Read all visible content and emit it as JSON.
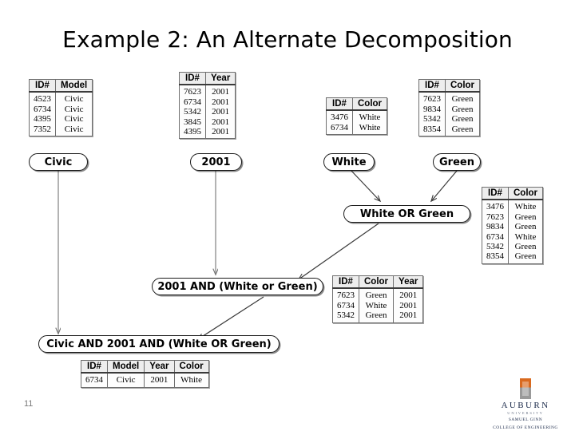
{
  "slide": {
    "title": "Example 2: An Alternate Decomposition",
    "page_number": "11"
  },
  "logo": {
    "name": "AUBURN",
    "university": "UNIVERSITY",
    "college_line1": "SAMUEL GINN",
    "college_line2": "COLLEGE OF ENGINEERING",
    "accent_color": "#d96a1f"
  },
  "tables": {
    "model_civic": {
      "headers": [
        "ID#",
        "Model"
      ],
      "rows": [
        [
          "4523",
          "Civic"
        ],
        [
          "6734",
          "Civic"
        ],
        [
          "4395",
          "Civic"
        ],
        [
          "7352",
          "Civic"
        ]
      ]
    },
    "year_2001": {
      "headers": [
        "ID#",
        "Year"
      ],
      "rows": [
        [
          "7623",
          "2001"
        ],
        [
          "6734",
          "2001"
        ],
        [
          "5342",
          "2001"
        ],
        [
          "3845",
          "2001"
        ],
        [
          "4395",
          "2001"
        ]
      ]
    },
    "color_white": {
      "headers": [
        "ID#",
        "Color"
      ],
      "rows": [
        [
          "3476",
          "White"
        ],
        [
          "6734",
          "White"
        ]
      ]
    },
    "color_green": {
      "headers": [
        "ID#",
        "Color"
      ],
      "rows": [
        [
          "7623",
          "Green"
        ],
        [
          "9834",
          "Green"
        ],
        [
          "5342",
          "Green"
        ],
        [
          "8354",
          "Green"
        ]
      ]
    },
    "color_white_or_green": {
      "headers": [
        "ID#",
        "Color"
      ],
      "rows": [
        [
          "3476",
          "White"
        ],
        [
          "7623",
          "Green"
        ],
        [
          "9834",
          "Green"
        ],
        [
          "6734",
          "White"
        ],
        [
          "5342",
          "Green"
        ],
        [
          "8354",
          "Green"
        ]
      ]
    },
    "year_and_color": {
      "headers": [
        "ID#",
        "Color",
        "Year"
      ],
      "rows": [
        [
          "7623",
          "Green",
          "2001"
        ],
        [
          "6734",
          "White",
          "2001"
        ],
        [
          "5342",
          "Green",
          "2001"
        ]
      ]
    },
    "final_result": {
      "headers": [
        "ID#",
        "Model",
        "Year",
        "Color"
      ],
      "rows": [
        [
          "6734",
          "Civic",
          "2001",
          "White"
        ]
      ]
    }
  },
  "nodes": {
    "civic": "Civic",
    "year": "2001",
    "white": "White",
    "green": "Green",
    "white_or_green": "White OR Green",
    "year_and_color": "2001 AND (White or Green)",
    "final": "Civic AND 2001 AND (White OR Green)"
  }
}
